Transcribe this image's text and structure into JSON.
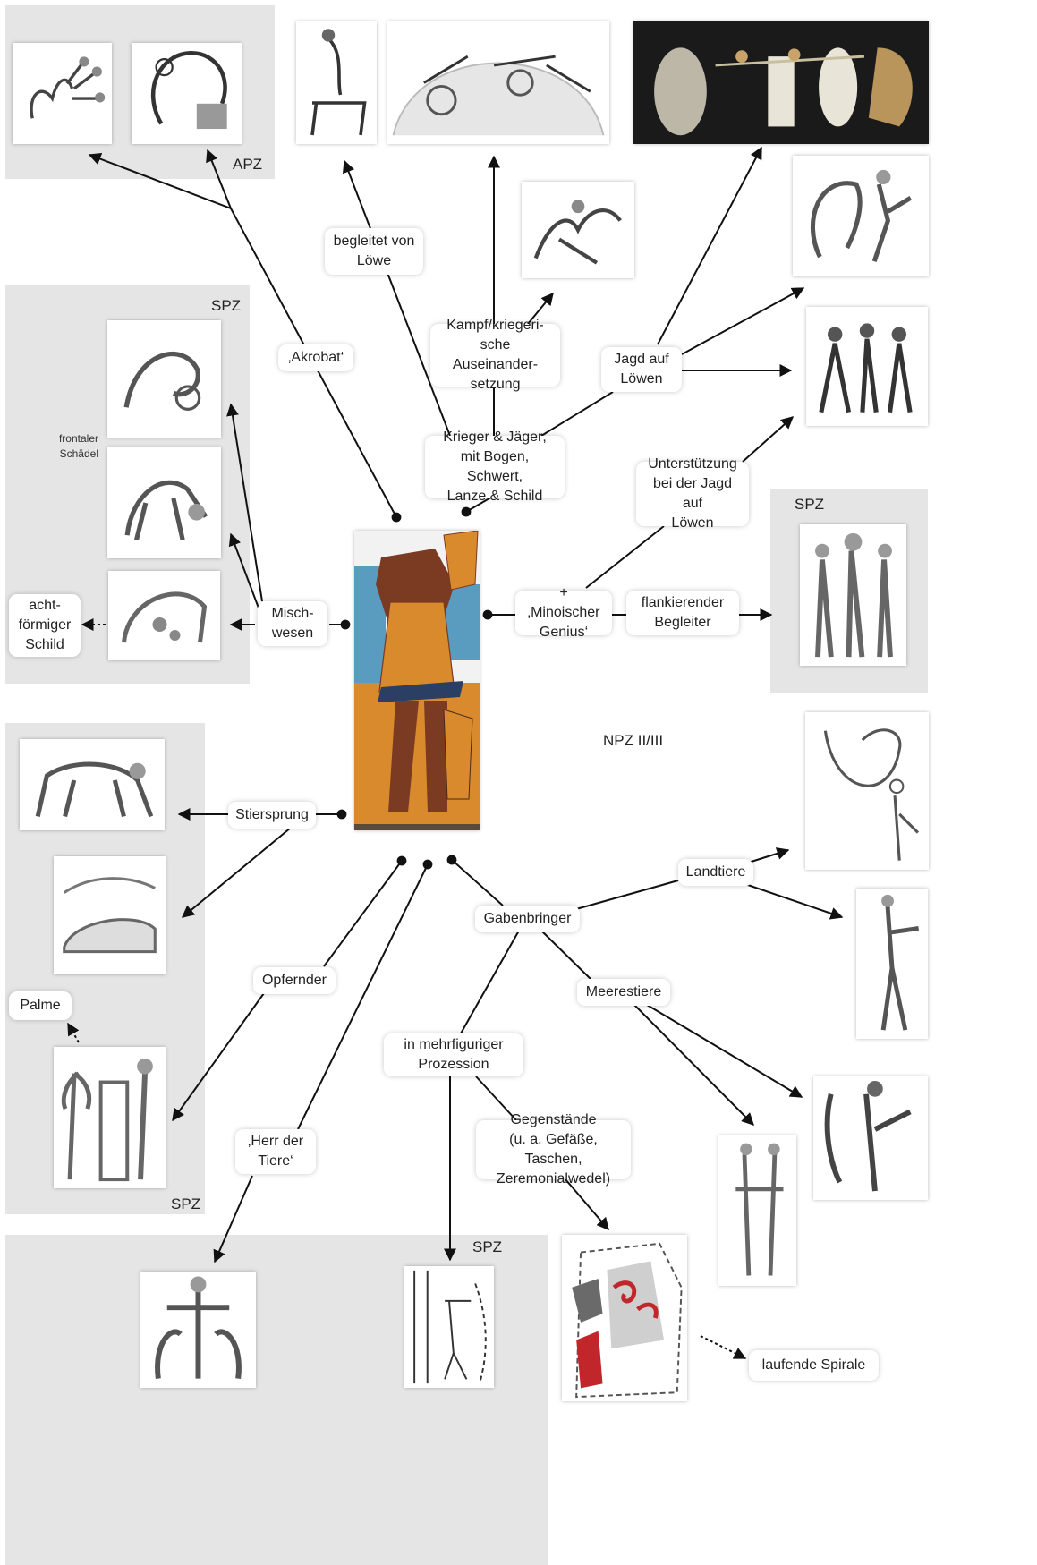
{
  "colors": {
    "panel": "#e5e5e5",
    "arrow": "#111111",
    "label_bg": "#ffffff",
    "fresco_orange": "#d98a2c",
    "fresco_blue": "#5a9bc0",
    "fresco_brown": "#7b3a22"
  },
  "zones": {
    "apz": "APZ",
    "spz_left": "SPZ",
    "spz_right": "SPZ",
    "spz_bottom_left": "SPZ",
    "spz_bottom": "SPZ",
    "npz": "NPZ II/III"
  },
  "notes": {
    "frontal_skull": "frontaler\nSchädel"
  },
  "labels": {
    "akrobat": "‚Akrobat‘",
    "begleitet": "begleitet von\nLöwe",
    "kampf": "Kampf/kriegeri-\nsche Auseinander-\nsetzung",
    "jagd": "Jagd auf\nLöwen",
    "krieger": "Krieger & Jäger;\nmit Bogen, Schwert,\nLanze & Schild",
    "unterstuetzung": "Unterstützung\nbei der Jagd auf\nLöwen",
    "mischwesen": "Misch-\nwesen",
    "acht": "acht-\nförmiger\nSchild",
    "genius": "+ ‚Minoischer\nGenius‘",
    "flankierend": "flankierender\nBegleiter",
    "stiersprung": "Stiersprung",
    "landtiere": "Landtiere",
    "gabenbringer": "Gabenbringer",
    "opfernder": "Opfernder",
    "palme": "Palme",
    "meerestiere": "Meerestiere",
    "prozession": "in mehrfiguriger\nProzession",
    "herr": "‚Herr der\nTiere‘",
    "gegenstaende": "Gegenstände\n(u. a. Gefäße, Taschen,\nZeremonialwedel)",
    "spirale": "laufende Spirale"
  }
}
